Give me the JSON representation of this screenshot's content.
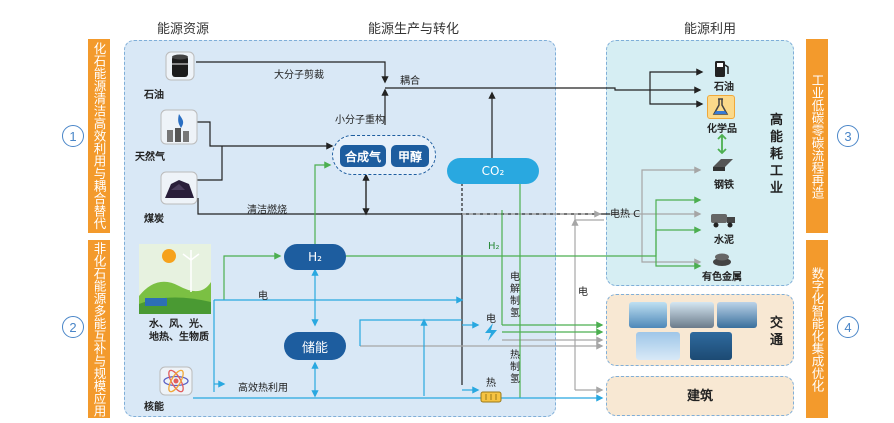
{
  "headers": {
    "resources": "能源资源",
    "production": "能源生产与转化",
    "utilization": "能源利用"
  },
  "banners": {
    "left_1": "化石能源清洁高效利用与耦合替代",
    "left_2": "非化石能源多能互补与规模应用",
    "right_3": "工业低碳零碳流程再造",
    "right_4": "数字化智能化集成优化"
  },
  "circles": [
    "1",
    "2",
    "3",
    "4"
  ],
  "resources": {
    "oil": "石油",
    "gas": "天然气",
    "coal": "煤炭",
    "renewables_line1": "水、风、光、",
    "renewables_line2": "地热、生物质",
    "nuclear": "核能"
  },
  "production": {
    "cracking": "大分子剪裁",
    "reforming": "小分子重构",
    "coupling": "耦合",
    "syngas": "合成气",
    "methanol": "甲醇",
    "co2": "CO₂",
    "clean_combustion": "清洁燃烧",
    "h2": "H₂",
    "h2_arrow": "H₂",
    "electricity": "电",
    "storage": "储能",
    "efficient_heat": "高效热利用",
    "electro_h2": "电解制氢",
    "thermo_h2": "热制氢",
    "power": "电",
    "heat": "热"
  },
  "utilization": {
    "oil": "石油",
    "chemicals": "化学品",
    "steel": "钢铁",
    "cement": "水泥",
    "nonferrous": "有色金属",
    "heavy_industry": "高能耗工业",
    "electric_heat_c": "电热 C",
    "electric": "电",
    "transport": "交通",
    "building": "建筑"
  },
  "icons": [
    "oil-barrel-icon",
    "gas-flame-icon",
    "coal-icon",
    "renewables-icon",
    "atom-icon",
    "fuel-pump-icon",
    "flask-icon",
    "steel-icon",
    "cement-truck-icon",
    "metal-ingot-icon",
    "lightning-icon",
    "heater-icon"
  ],
  "colors": {
    "panel_fill": "#d9e8f6",
    "util_fill": "#d6eef3",
    "transport_fill": "#f8e8d3",
    "banner": "#f39a2c",
    "pill": "#1d5d9f",
    "green": "#4caf50",
    "cyan": "#29a8e0",
    "gray": "#a6a6a6"
  }
}
